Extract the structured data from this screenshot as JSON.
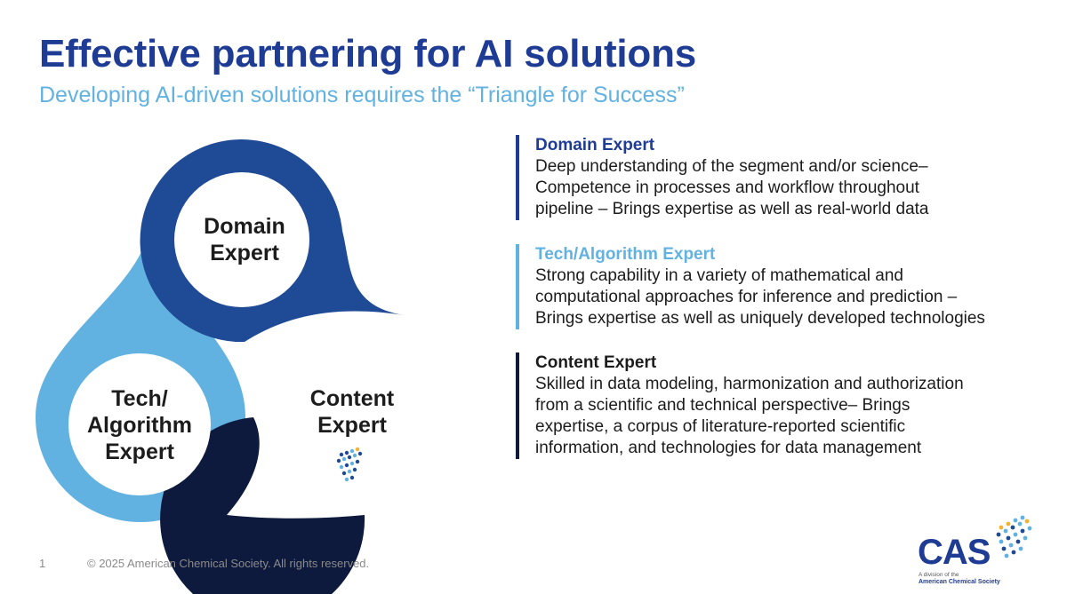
{
  "slide": {
    "title": "Effective partnering for AI solutions",
    "subtitle": "Developing AI-driven solutions requires the “Triangle for Success”"
  },
  "diagram": {
    "domain": {
      "line1": "Domain",
      "line2": "Expert",
      "color": "#1f4a95"
    },
    "tech": {
      "line1": "Tech/",
      "line2": "Algorithm",
      "line3": "Expert",
      "color": "#62b2e1"
    },
    "content": {
      "line1": "Content",
      "line2": "Expert",
      "color": "#0d1a3d"
    }
  },
  "blocks": [
    {
      "heading": "Domain Expert",
      "lines": [
        "Deep understanding of the segment and/or science–",
        "Competence in processes and workflow throughout",
        "pipeline – Brings expertise as well as real-world data"
      ]
    },
    {
      "heading": "Tech/Algorithm Expert",
      "lines": [
        "Strong capability in a variety of mathematical and",
        "computational approaches for inference and prediction –",
        "Brings expertise as well as uniquely developed technologies"
      ]
    },
    {
      "heading": "Content Expert",
      "lines": [
        "Skilled in data modeling, harmonization and authorization",
        "from a scientific and technical perspective– Brings",
        "expertise, a corpus of literature-reported scientific",
        "information, and technologies for data management"
      ]
    }
  ],
  "footer": {
    "page_number": "1",
    "copyright": "© 2025 American Chemical Society. All rights reserved."
  },
  "logo": {
    "name": "CAS",
    "subline1": "A division of the",
    "subline2": "American Chemical Society"
  }
}
